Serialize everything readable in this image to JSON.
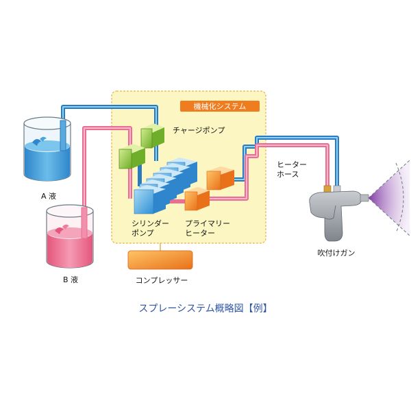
{
  "labels": {
    "system_badge": "機械化システム",
    "charge_pump": "チャージポンプ",
    "cylinder_pump_1": "シリンダー",
    "cylinder_pump_2": "ポンプ",
    "primary_heater_1": "プライマリー",
    "primary_heater_2": "ヒーター",
    "heater_hose_1": "ヒーター",
    "heater_hose_2": "ホース",
    "liquid_a": "A 液",
    "liquid_b": "B 液",
    "compressor": "コンプレッサー",
    "spray_gun": "吹付けガン"
  },
  "caption": "スプレーシステム概略図【例】",
  "colors": {
    "system_bg": "#fcf6c2",
    "system_border": "#e8b24a",
    "badge": "#ef7d1f",
    "line_a": "#2a79c2",
    "line_a_light": "#8fd4ee",
    "line_b": "#ec6d93",
    "line_b_light": "#f6b9cc",
    "tank_a_liquid": "#2f8fd4",
    "tank_b_liquid": "#ec6f8d",
    "pump_green": "#8cc63f",
    "pump_blue": "#4ba6dc",
    "heater_orange": "#f08a22",
    "compressor": "#f08a22",
    "gun": "#9aa0a6",
    "spray": "#8a4ab0",
    "caption": "#2f56a6"
  }
}
